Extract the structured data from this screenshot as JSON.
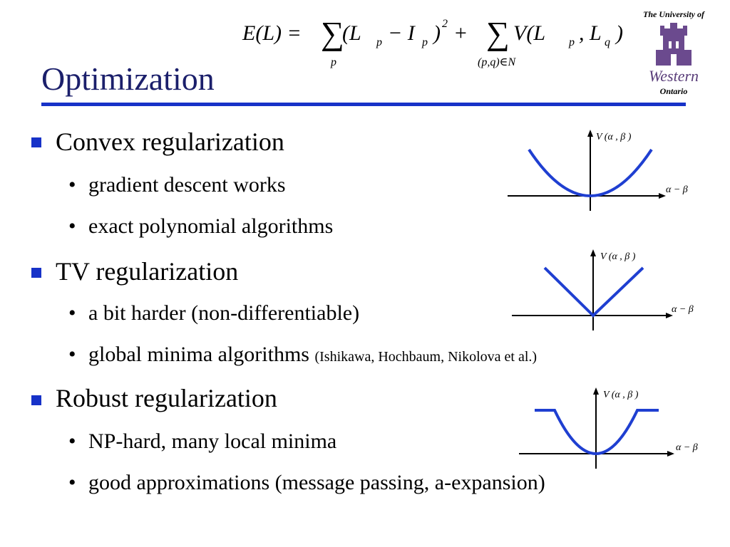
{
  "slide": {
    "title": "Optimization",
    "logo": {
      "line1": "The University of",
      "line2": "Western",
      "line3": "Ontario"
    },
    "equation": {
      "lhs": "E(L) =",
      "sum1_sub": "p",
      "term1": "(L",
      "term1_sub_p": "p",
      "term1_minus": "− I",
      "term1_sub_p2": "p",
      "term1_close": ")",
      "term1_sup": "2",
      "plus": "+",
      "sum2_sub": "(p,q)∈N",
      "term2": "V(L",
      "term2_sub_p": "p",
      "term2_comma": ", L",
      "term2_sub_q": "q",
      "term2_close": ")"
    },
    "bullets": [
      {
        "label": "Convex regularization",
        "sub": [
          {
            "text": "gradient descent works"
          },
          {
            "text": "exact polynomial algorithms"
          }
        ]
      },
      {
        "label": "TV regularization",
        "sub": [
          {
            "text": "a bit harder (non-differentiable)"
          },
          {
            "text": "global minima algorithms",
            "note": "(Ishikawa, Hochbaum, Nikolova et al.)"
          }
        ]
      },
      {
        "label": "Robust regularization",
        "sub": [
          {
            "text": "NP-hard, many local minima"
          },
          {
            "text": "good approximations (message passing, a-expansion)"
          }
        ]
      }
    ],
    "plots": {
      "ylabel": "V (α , β )",
      "xlabel": "α − β"
    }
  },
  "colors": {
    "title": "#1b1f6b",
    "accent": "#1732c8",
    "curve": "#1f3fd1"
  }
}
